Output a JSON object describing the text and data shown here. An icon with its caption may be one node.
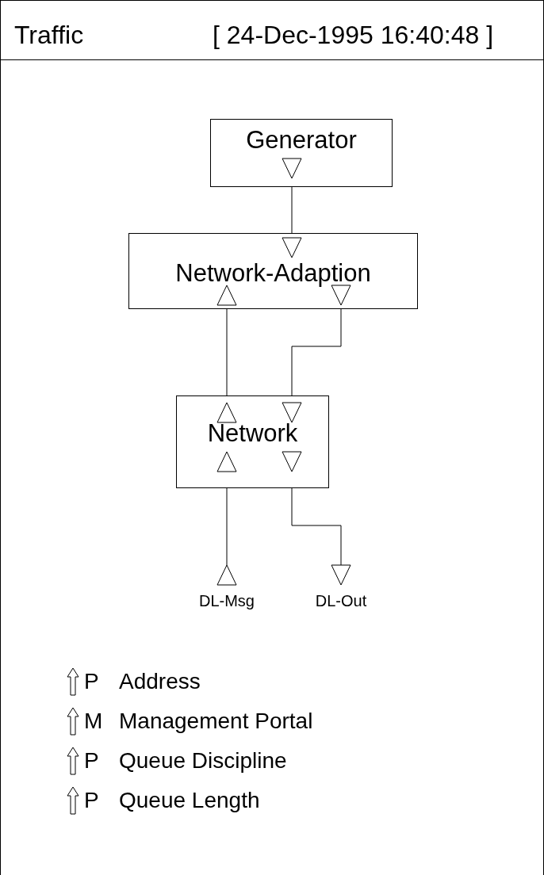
{
  "diagram": {
    "title": "Traffic",
    "nodes": [
      {
        "text": [
          "Generator"
        ]
      },
      {
        "text": [
          "Network-Adaption"
        ]
      },
      {
        "text": [
          "Network"
        ]
      },
      {
        "text": [
          "DL-Msg"
        ]
      },
      {
        "text": [
          "DL-Out"
        ]
      }
    ],
    "edges": [
      {
        "from": 0,
        "to": 1,
        "arrow": "none"
      },
      {
        "from": 2,
        "to": 1,
        "arrow": "none"
      },
      {
        "from": 1,
        "to": 2,
        "arrow": "none"
      },
      {
        "from": 3,
        "to": 2,
        "arrow": "none"
      },
      {
        "from": 2,
        "to": 4,
        "arrow": "none"
      }
    ],
    "labels": [
      "[ 24-Dec-1995 16:40:48 ]",
      "P",
      "Address",
      "M",
      "Management Portal",
      "P",
      "Queue Discipline",
      "P",
      "Queue Length"
    ]
  }
}
